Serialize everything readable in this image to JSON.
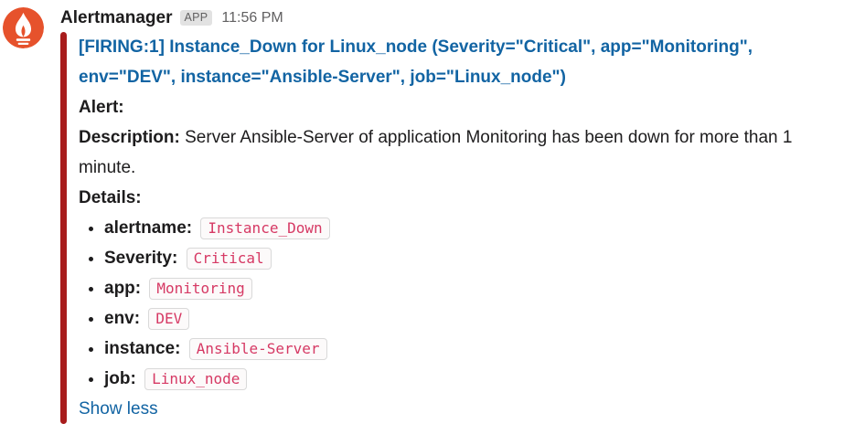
{
  "message": {
    "sender": "Alertmanager",
    "badge": "APP",
    "timestamp": "11:56 PM",
    "avatar": {
      "icon": "prometheus-flame-icon",
      "bg_color": "#e6522c"
    },
    "attachment": {
      "bar_color": "#a81c1c",
      "title": "[FIRING:1] Instance_Down for Linux_node (Severity=\"Critical\", app=\"Monitoring\", env=\"DEV\", instance=\"Ansible-Server\", job=\"Linux_node\")",
      "alert_label": "Alert:",
      "description_label": "Description:",
      "description_text": " Server Ansible-Server of application Monitoring has been down for more than 1 minute.",
      "details_label": "Details:",
      "details": [
        {
          "label": "alertname:",
          "value": "Instance_Down"
        },
        {
          "label": "Severity:",
          "value": "Critical"
        },
        {
          "label": "app:",
          "value": "Monitoring"
        },
        {
          "label": "env:",
          "value": "DEV"
        },
        {
          "label": "instance:",
          "value": "Ansible-Server"
        },
        {
          "label": "job:",
          "value": "Linux_node"
        }
      ],
      "show_less_label": "Show less"
    },
    "colors": {
      "link": "#1264a3",
      "code_text": "#d63964",
      "status_firing_bar": "#a81c1c",
      "brand_prometheus_orange": "#e6522c"
    }
  }
}
